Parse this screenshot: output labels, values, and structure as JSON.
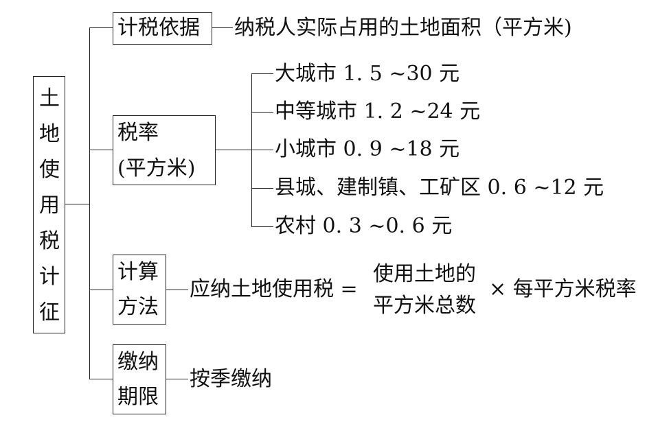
{
  "root": {
    "chars": [
      "土",
      "地",
      "使",
      "用",
      "税",
      "计",
      "征"
    ]
  },
  "branches": {
    "basis": {
      "label": "计税依据",
      "detail": "纳税人实际占用的土地面积（平方米)"
    },
    "rate": {
      "label_line1": "税率",
      "label_line2": "(平方米)",
      "items": [
        "大城市 1. 5 ~30 元",
        "中等城市 1. 2 ~24 元",
        "小城市 0. 9 ~18 元",
        "县城、建制镇、工矿区 0. 6 ~12 元",
        "农村 0. 3 ~0. 6 元"
      ]
    },
    "method": {
      "label_line1": "计算",
      "label_line2": "方法",
      "lhs": "应纳土地使用税 =",
      "frac_line1": "使用土地的",
      "frac_line2": "平方米总数",
      "rhs": "× 每平方米税率"
    },
    "deadline": {
      "label_line1": "缴纳",
      "label_line2": "期限",
      "detail": "按季缴纳"
    }
  }
}
